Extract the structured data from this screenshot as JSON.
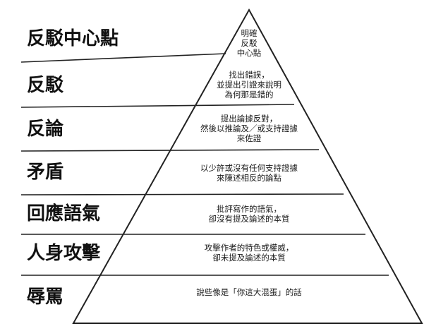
{
  "diagram": {
    "levels": [
      {
        "label": "反駁中心點",
        "description": [
          "明確",
          "反駁",
          "中心點"
        ]
      },
      {
        "label": "反駁",
        "description": [
          "找出錯誤，",
          "並提出引證來說明",
          "為何那是錯的"
        ]
      },
      {
        "label": "反論",
        "description": [
          "提出論據反對，",
          "然後以推論及／或支持證據",
          "來佐證"
        ]
      },
      {
        "label": "矛盾",
        "description": [
          "以少許或沒有任何支持證據",
          "來陳述相反的論點"
        ]
      },
      {
        "label": "回應語氣",
        "description": [
          "批評寫作的語氣，",
          "卻沒有提及論述的本質"
        ]
      },
      {
        "label": "人身攻擊",
        "description": [
          "攻擊作者的特色或權威，",
          "卻未提及論述的本質"
        ]
      },
      {
        "label": "辱罵",
        "description": [
          "說些像是「你這大混蛋」的話"
        ]
      }
    ],
    "colors": {
      "line": "#222222",
      "text": "#111111",
      "background": "#ffffff"
    }
  }
}
